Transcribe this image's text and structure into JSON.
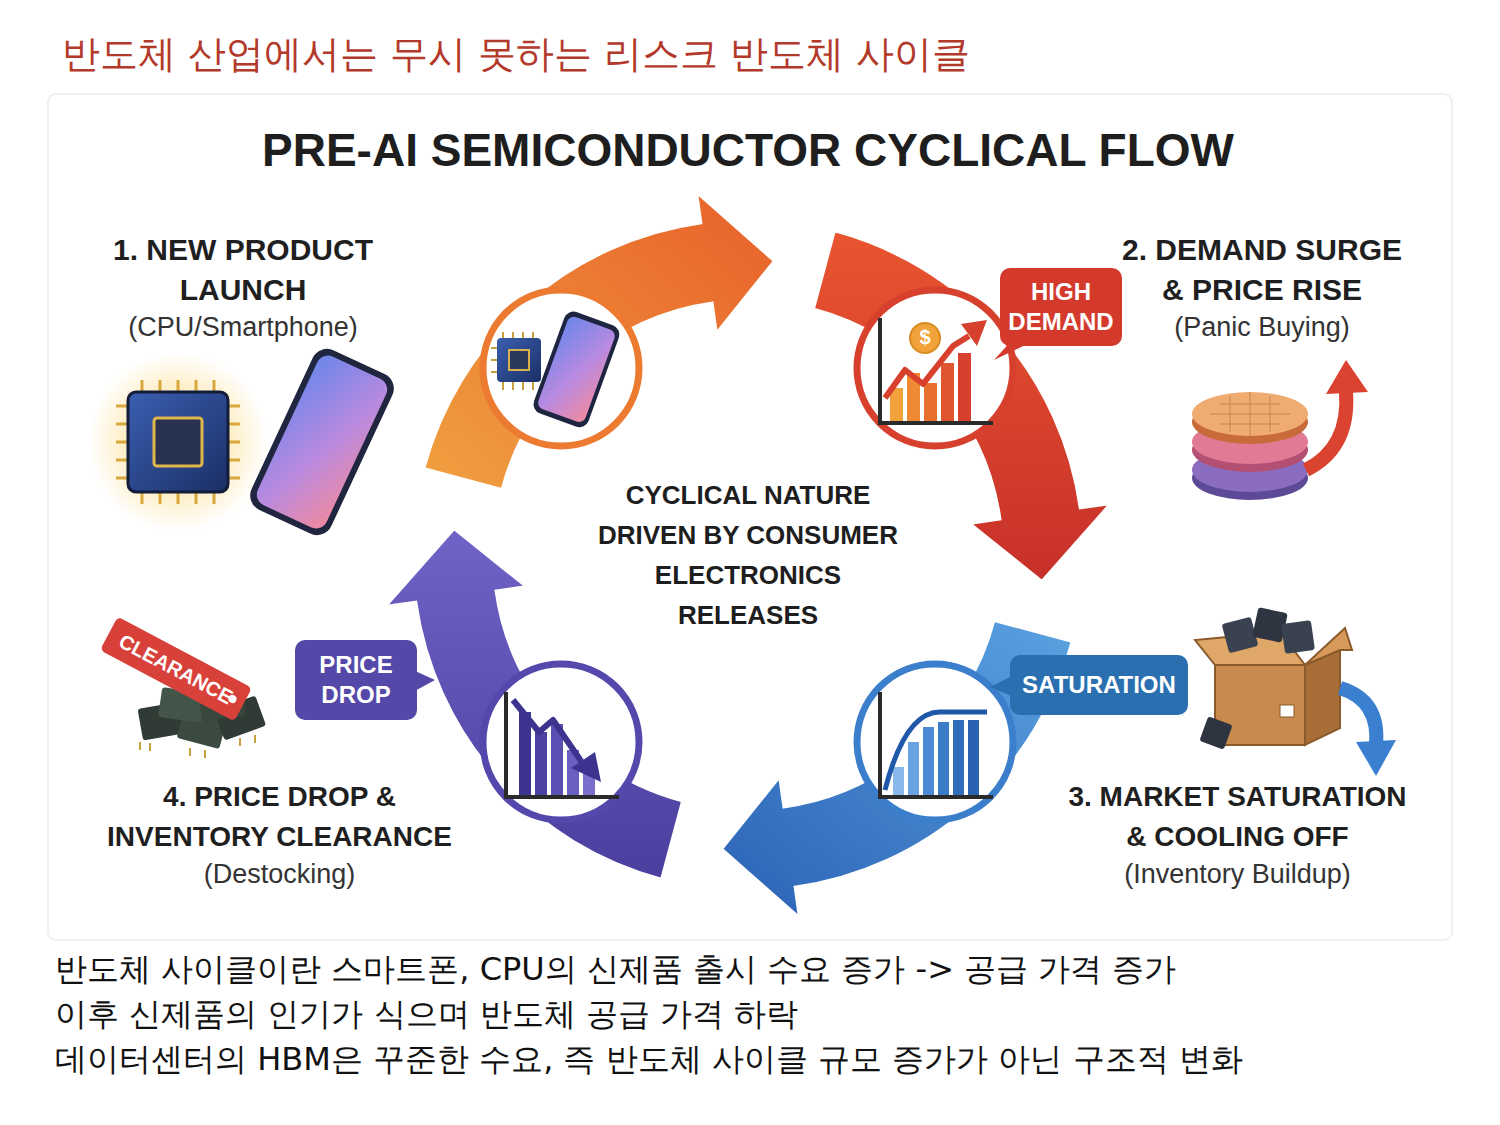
{
  "diagram": {
    "title": "반도체 산업에서는 무시 못하는 리스크 반도체 사이클",
    "nodes": [
      {
        "text": [
          "HIGH DEMAND"
        ]
      },
      {
        "text": [
          "CLEARANCE"
        ]
      },
      {
        "text": [
          "PRICE DROP"
        ]
      },
      {
        "text": [
          "SATURATION"
        ]
      }
    ],
    "labels": [
      "PRE-AI SEMICONDUCTOR CYCLICAL FLOW",
      "1. NEW PRODUCT LAUNCH",
      "(CPU/Smartphone)",
      "2. DEMAND SURGE & PRICE RISE",
      "(Panic Buying)",
      "$",
      "CYCLICAL NATURE DRIVEN BY CONSUMER ELECTRONICS RELEASES",
      "4. PRICE DROP & INVENTORY CLEARANCE",
      "(Destocking)",
      "3. MARKET SATURATION & COOLING OFF",
      "(Inventory Buildup)",
      "반도체 사이클이란 스마트폰, CPU의 신제품 출시 수요 증가 -> 공급 가격 증가",
      "이후 신제품의 인기가 식으며 반도체 공급 가격 하락",
      "데이터센터의 HBM은 꾸준한 수요, 즉 반도체 사이클 규모 증가가 아닌 구조적 변화"
    ]
  }
}
